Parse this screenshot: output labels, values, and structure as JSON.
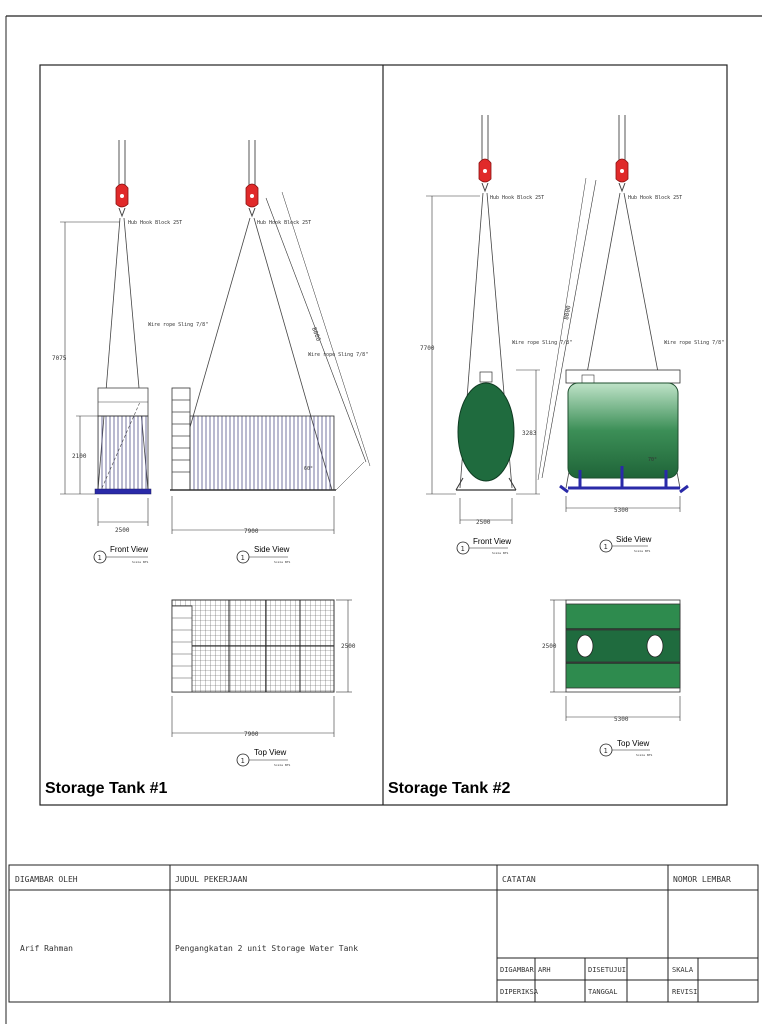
{
  "tanks": [
    {
      "title": "Storage Tank #1",
      "annotations": {
        "hook": "Hub Hook Block 25T",
        "rope": "Wire rope Sling 7/8\""
      },
      "dimensions": {
        "height_total": "7075",
        "height_tank": "2100",
        "width": "2500",
        "length": "7900",
        "sling": "8000",
        "top_width": "2500",
        "top_length": "7900",
        "angle": "60°"
      },
      "views": {
        "front": "Front View",
        "side": "Side View",
        "top": "Top View",
        "number": "1",
        "scale": "Scale NTS"
      }
    },
    {
      "title": "Storage Tank #2",
      "annotations": {
        "hook": "Hub Hook Block 25T",
        "rope": "Wire rope Sling 7/8\""
      },
      "dimensions": {
        "height_total": "7700",
        "height_tank": "3283",
        "width": "2500",
        "length": "5300",
        "sling": "8000",
        "top_width": "2500",
        "top_length": "5300",
        "angle": "70°"
      },
      "views": {
        "front": "Front View",
        "side": "Side View",
        "top": "Top View",
        "number": "1",
        "scale": "Scale NTS"
      }
    }
  ],
  "title_block": {
    "drawn_by_label": "DIGAMBAR OLEH",
    "drawn_by": "Arif Rahman",
    "project_label": "JUDUL PEKERJAAN",
    "project": "Pengangkatan 2 unit Storage Water Tank",
    "notes_label": "CATATAN",
    "sheet_label": "NOMOR LEMBAR",
    "drawn_label": "DIGAMBAR",
    "drawn_value": "ARH",
    "approved_label": "DISETUJUI",
    "scale_label": "SKALA",
    "checked_label": "DIPERIKSA",
    "date_label": "TANGGAL",
    "revision_label": "REVISI"
  }
}
